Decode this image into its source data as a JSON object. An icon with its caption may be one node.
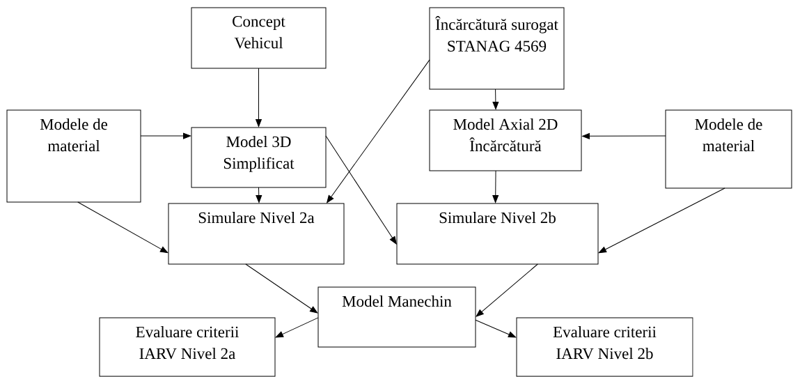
{
  "diagram": {
    "nodes": [
      {
        "text": [
          "Concept Vehicul"
        ]
      },
      {
        "text": [
          "Încărcătură surogat STANAG 4569"
        ]
      },
      {
        "text": [
          "Modele de material"
        ]
      },
      {
        "text": [
          "Model 3D Simplificat"
        ]
      },
      {
        "text": [
          "Model Axial 2D Încărcătură"
        ]
      },
      {
        "text": [
          "Modele de material"
        ]
      },
      {
        "text": [
          "Simulare Nivel 2a"
        ]
      },
      {
        "text": [
          "Simulare Nivel 2b"
        ]
      },
      {
        "text": [
          "Model Manechin"
        ]
      },
      {
        "text": [
          "Evaluare criterii IARV Nivel 2a"
        ]
      },
      {
        "text": [
          "Evaluare criterii IARV Nivel 2b"
        ]
      }
    ],
    "edges": [
      {
        "from": 0,
        "to": 3,
        "arrow": "to"
      },
      {
        "from": 2,
        "to": 3,
        "arrow": "to"
      },
      {
        "from": 1,
        "to": 6,
        "arrow": "to"
      },
      {
        "from": 1,
        "to": 4,
        "arrow": "to"
      },
      {
        "from": 5,
        "to": 4,
        "arrow": "to"
      },
      {
        "from": 3,
        "to": 7,
        "arrow": "to"
      },
      {
        "from": 3,
        "to": 6,
        "arrow": "to"
      },
      {
        "from": 2,
        "to": 6,
        "arrow": "to"
      },
      {
        "from": 4,
        "to": 7,
        "arrow": "to"
      },
      {
        "from": 5,
        "to": 7,
        "arrow": "to"
      },
      {
        "from": 6,
        "to": 8,
        "arrow": "to"
      },
      {
        "from": 7,
        "to": 8,
        "arrow": "to"
      },
      {
        "from": 8,
        "to": 9,
        "arrow": "to"
      },
      {
        "from": 8,
        "to": 10,
        "arrow": "to"
      }
    ]
  }
}
